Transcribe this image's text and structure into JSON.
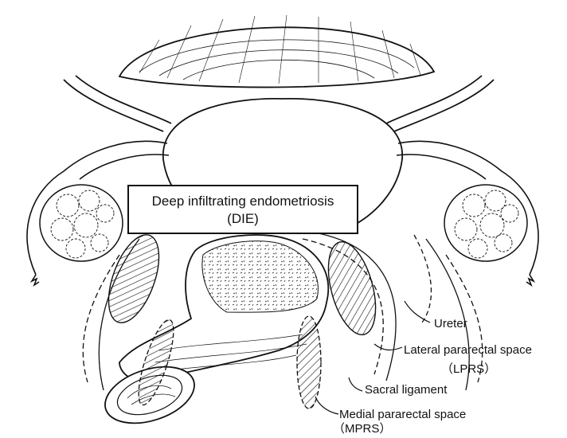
{
  "labels": {
    "die_line1": "Deep infiltrating endometriosis",
    "die_line2": "(DIE)",
    "ureter": "Ureter",
    "lprs_name": "Lateral pararectal space",
    "lprs_abbr": "（LPRS）",
    "sacral": "Sacral ligament",
    "mprs_name": "Medial pararectal space",
    "mprs_abbr": "（MPRS）"
  },
  "colors": {
    "line": "#111111",
    "background": "#ffffff"
  }
}
